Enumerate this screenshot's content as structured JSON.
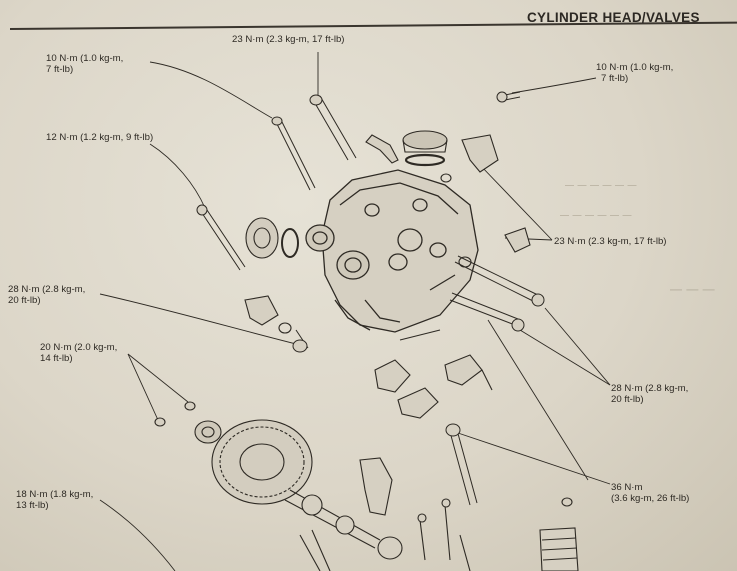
{
  "header": {
    "title": "CYLINDER HEAD/VALVES"
  },
  "callouts": {
    "c1": {
      "line1": "10 N·m (1.0 kg-m,",
      "line2": "7 ft-lb)"
    },
    "c2": {
      "line1": "23 N·m (2.3 kg-m, 17 ft-lb)"
    },
    "c3": {
      "line1": "10 N·m (1.0 kg-m,",
      "line2": "7 ft-lb)"
    },
    "c4": {
      "line1": "12 N·m (1.2 kg-m, 9 ft-lb)"
    },
    "c5": {
      "line1": "23 N·m (2.3 kg-m, 17 ft-lb)"
    },
    "c6": {
      "line1": "28 N·m (2.8 kg-m,",
      "line2": "20 ft-lb)"
    },
    "c7": {
      "line1": "20 N·m (2.0 kg-m,",
      "line2": "14 ft-lb)"
    },
    "c8": {
      "line1": "28 N·m (2.8 kg-m,",
      "line2": "20 ft-lb)"
    },
    "c9": {
      "line1": "36 N·m",
      "line2": "(3.6 kg-m, 26 ft-lb)"
    },
    "c10": {
      "line1": "18 N·m (1.8 kg-m,",
      "line2": "13 ft-lb)"
    }
  }
}
